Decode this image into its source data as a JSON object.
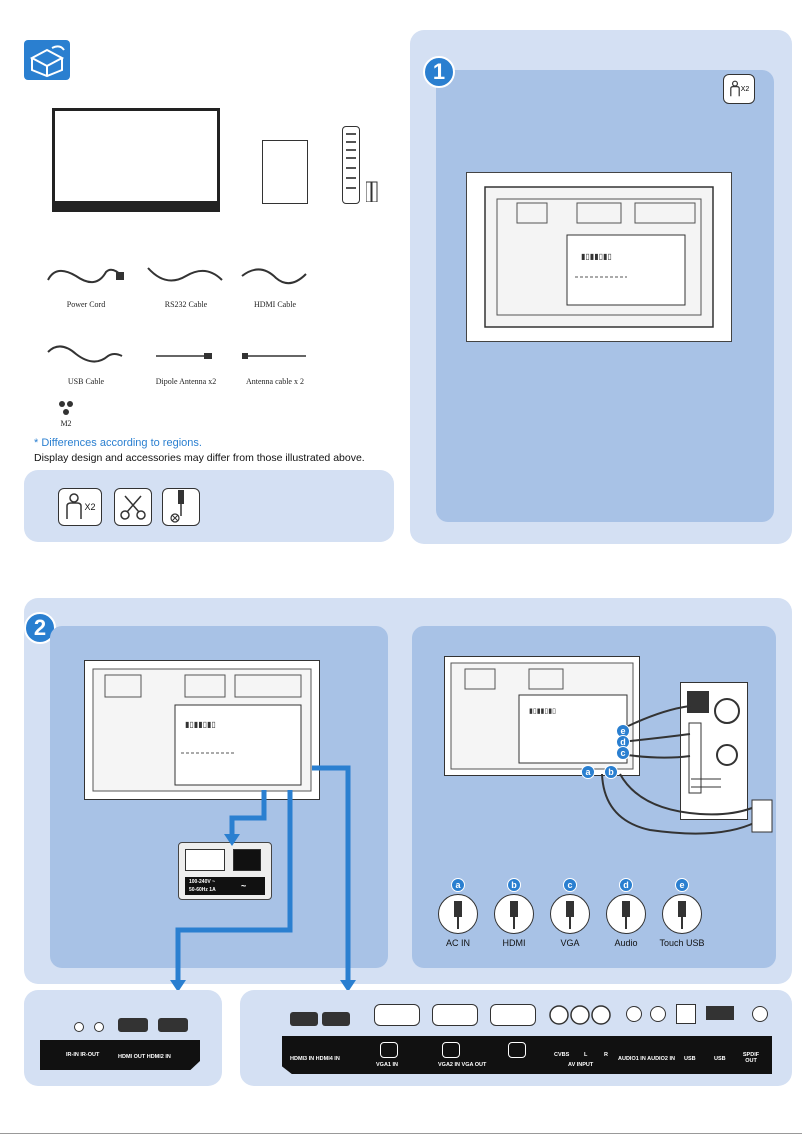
{
  "accessories": {
    "power_cord": "Power Cord",
    "rs232": "RS232 Cable",
    "hdmi": "HDMI Cable",
    "usb": "USB Cable",
    "dipole": "Dipole Antenna x2",
    "antenna_cable": "Antenna cable x 2",
    "screw": "M2"
  },
  "notes": {
    "differences": "* Differences according to regions.",
    "disclaimer": "Display design and accessories may differ from those illustrated above."
  },
  "tools": {
    "person_count": "X2"
  },
  "step1": {
    "number": "1",
    "person_count": "X2"
  },
  "step2": {
    "number": "2"
  },
  "power_panel": {
    "voltage": "100-240V ~",
    "freq": "50-60Hz 1A",
    "symbol": "~"
  },
  "connectors": [
    {
      "letter": "a",
      "label": "AC IN"
    },
    {
      "letter": "b",
      "label": "HDMI"
    },
    {
      "letter": "c",
      "label": "VGA"
    },
    {
      "letter": "d",
      "label": "Audio"
    },
    {
      "letter": "e",
      "label": "Touch USB"
    }
  ],
  "pc_badges": {
    "a": "a",
    "b": "b",
    "c": "c",
    "d": "d",
    "e": "e"
  },
  "side_ports": {
    "ir": "IR-IN  IR-OUT",
    "hdmi": "HDMI OUT  HDMI2 IN"
  },
  "bottom_ports": {
    "hdmi34": "HDMI3 IN HDMI4 IN",
    "vga1": "VGA1 IN",
    "vga2": "VGA2 IN  VGA OUT",
    "cvbs": "CVBS",
    "l": "L",
    "r": "R",
    "av": "AV INPUT",
    "audio": "AUDIO1 IN  AUDIO2 IN",
    "usb1": "USB",
    "usb2": "USB",
    "spdif": "SPDIF OUT"
  },
  "colors": {
    "accent": "#2a7fd0",
    "panel_light": "#d4e0f3",
    "panel_mid": "#a8c2e6"
  }
}
